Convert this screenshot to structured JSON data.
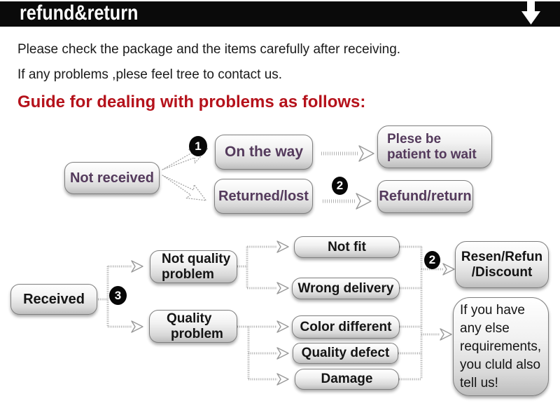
{
  "header": {
    "title": "refund&return"
  },
  "intro": {
    "line1": "Please check the package and the items carefully after receiving.",
    "line2": "If any problems ,plese feel tree to contact us."
  },
  "heading": "Guide for dealing with problems as follows:",
  "colors": {
    "banner_bg": "#0a0a0a",
    "heading_red": "#b5121b",
    "flow1_text": "#543a5c",
    "flow2_text": "#141414"
  },
  "flow1": {
    "badge1": "1",
    "badge2": "2",
    "not_received": "Not received",
    "on_the_way": "On the way",
    "plese_wait_line1": "Plese be",
    "plese_wait_line2": "patient to wait",
    "returned_lost": "Returned/lost",
    "refund_return": "Refund/return"
  },
  "flow2": {
    "badge3": "3",
    "badge2": "2",
    "received": "Received",
    "not_quality_line1": "Not quality",
    "not_quality_line2": "problem",
    "quality_line1": "Quality",
    "quality_line2": "problem",
    "not_fit": "Not fit",
    "wrong_delivery": "Wrong delivery",
    "color_different": "Color different",
    "quality_defect": "Quality defect",
    "damage": "Damage",
    "resen_line1": "Resen/Refun",
    "resen_line2": "/Discount",
    "if_line1": "If you have",
    "if_line2": "any else",
    "if_line3": "requirements,",
    "if_line4": "you cluld also",
    "if_line5": "tell us!"
  }
}
